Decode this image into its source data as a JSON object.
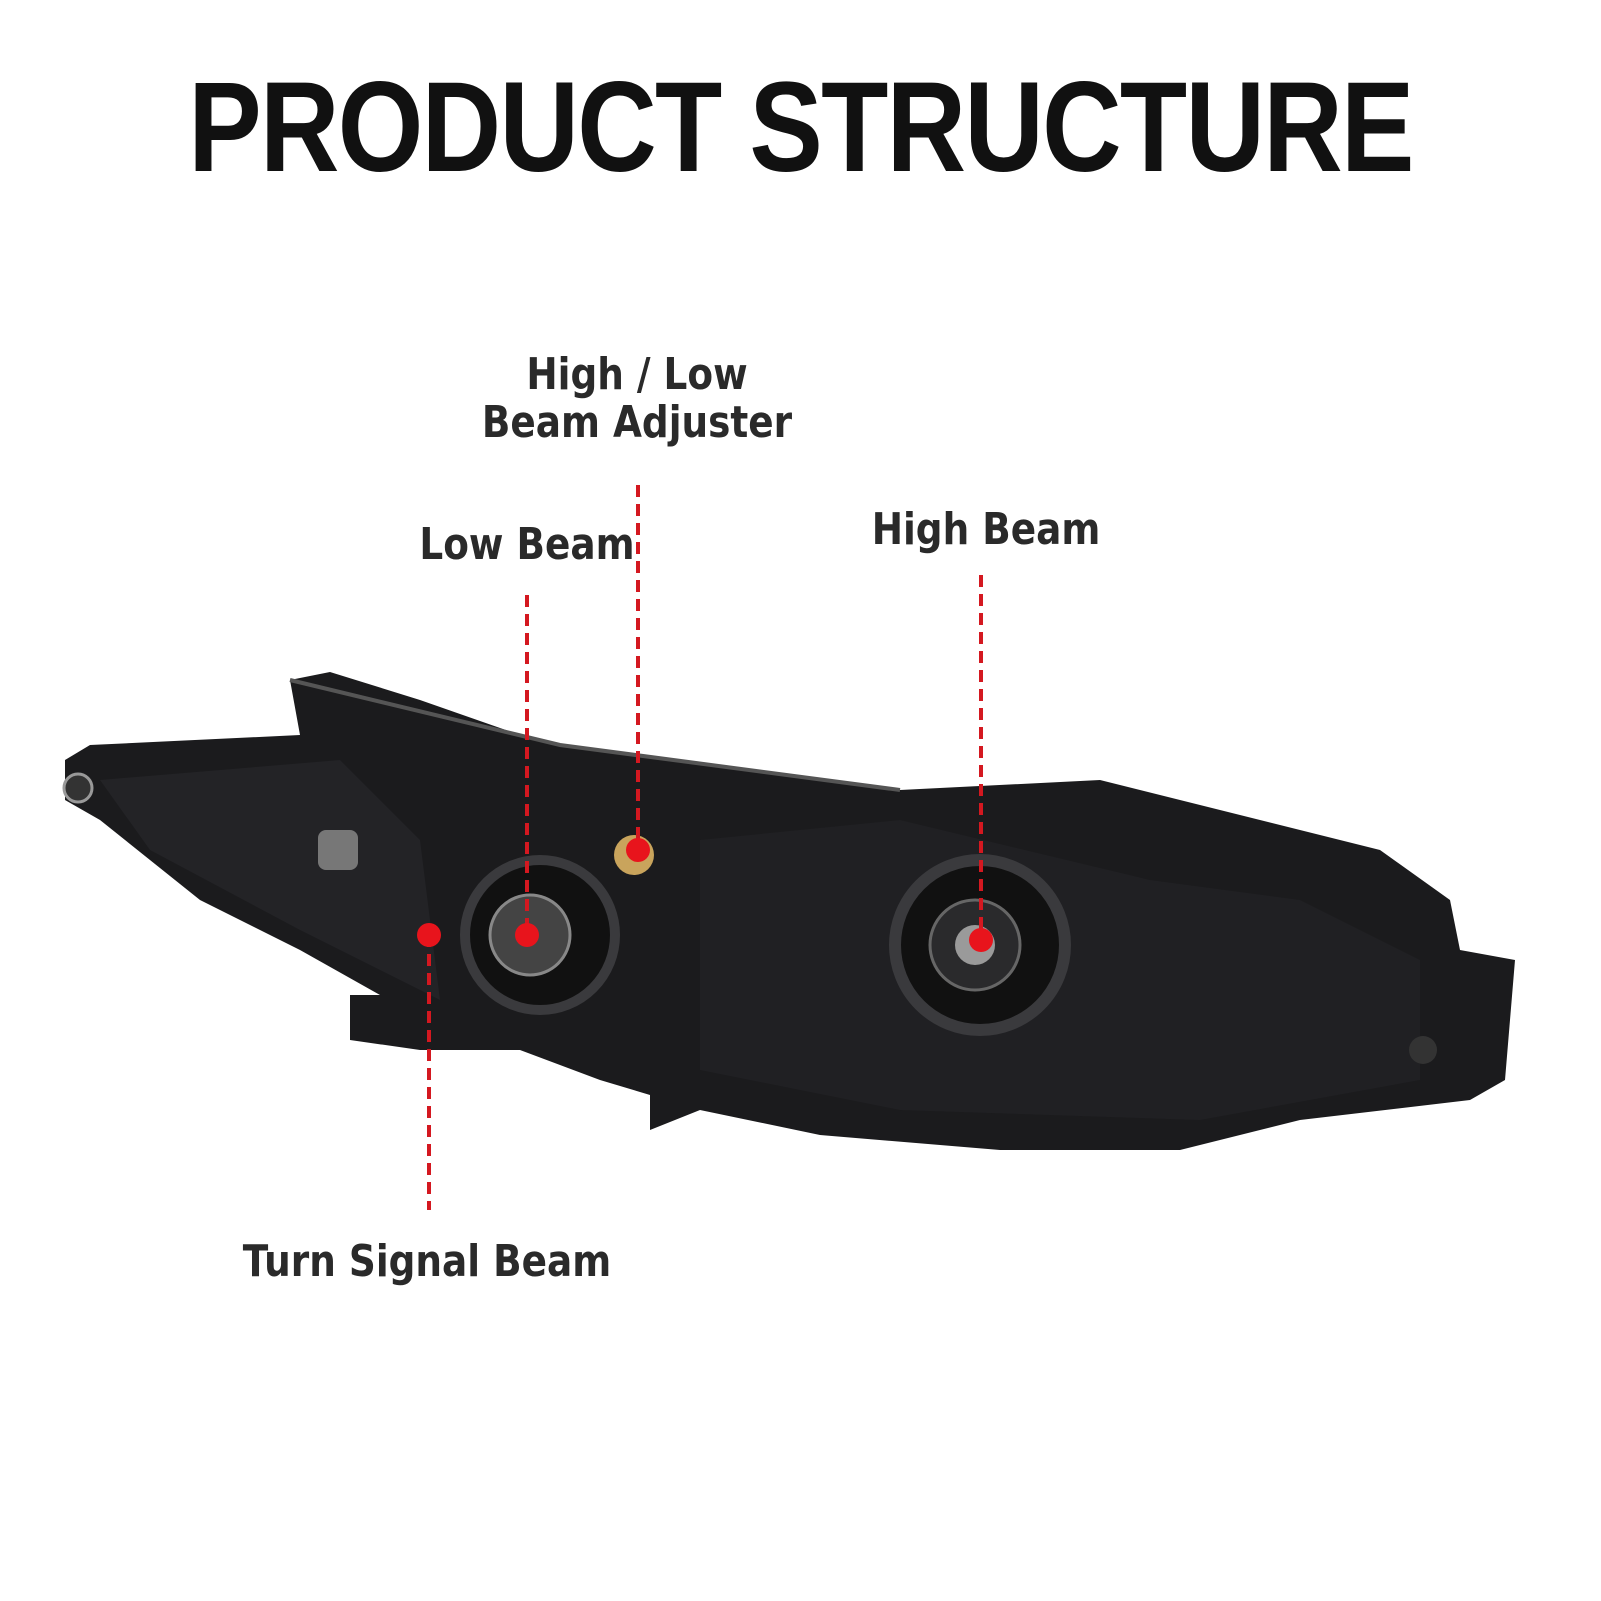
{
  "title": "PRODUCT STRUCTURE",
  "callouts": {
    "adjuster_line1": "High / Low",
    "adjuster_line2": "Beam Adjuster",
    "low_beam": "Low Beam",
    "high_beam": "High Beam",
    "turn_signal": "Turn Signal Beam"
  },
  "colors": {
    "marker": "#e8141c",
    "housing": "#1b1b1d",
    "text": "#2a2a2a"
  }
}
